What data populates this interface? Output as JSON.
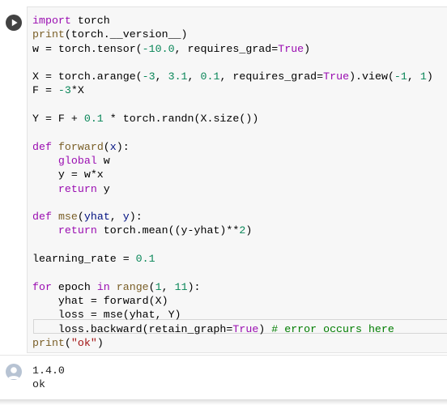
{
  "cell": {
    "run_button_icon": "play-icon",
    "code_lines": [
      [
        {
          "t": "import",
          "c": "kw"
        },
        {
          "t": " torch",
          "c": ""
        }
      ],
      [
        {
          "t": "print",
          "c": "fn"
        },
        {
          "t": "(torch.__version__)",
          "c": ""
        }
      ],
      [
        {
          "t": "w = torch.tensor(",
          "c": ""
        },
        {
          "t": "-10.0",
          "c": "num"
        },
        {
          "t": ", requires_grad=",
          "c": ""
        },
        {
          "t": "True",
          "c": "kw"
        },
        {
          "t": ")",
          "c": ""
        }
      ],
      [],
      [
        {
          "t": "X = torch.arange(",
          "c": ""
        },
        {
          "t": "-3",
          "c": "num"
        },
        {
          "t": ", ",
          "c": ""
        },
        {
          "t": "3.1",
          "c": "num"
        },
        {
          "t": ", ",
          "c": ""
        },
        {
          "t": "0.1",
          "c": "num"
        },
        {
          "t": ", requires_grad=",
          "c": ""
        },
        {
          "t": "True",
          "c": "kw"
        },
        {
          "t": ").view(",
          "c": ""
        },
        {
          "t": "-1",
          "c": "num"
        },
        {
          "t": ", ",
          "c": ""
        },
        {
          "t": "1",
          "c": "num"
        },
        {
          "t": ")",
          "c": ""
        }
      ],
      [
        {
          "t": "F = ",
          "c": ""
        },
        {
          "t": "-3",
          "c": "num"
        },
        {
          "t": "*X",
          "c": ""
        }
      ],
      [],
      [
        {
          "t": "Y = F + ",
          "c": ""
        },
        {
          "t": "0.1",
          "c": "num"
        },
        {
          "t": " * torch.randn(X.size())",
          "c": ""
        }
      ],
      [],
      [
        {
          "t": "def",
          "c": "kw"
        },
        {
          "t": " ",
          "c": ""
        },
        {
          "t": "forward",
          "c": "fn"
        },
        {
          "t": "(",
          "c": ""
        },
        {
          "t": "x",
          "c": "par"
        },
        {
          "t": "):",
          "c": ""
        }
      ],
      [
        {
          "t": "    ",
          "c": ""
        },
        {
          "t": "global",
          "c": "kw"
        },
        {
          "t": " w",
          "c": ""
        }
      ],
      [
        {
          "t": "    y = w*x",
          "c": ""
        }
      ],
      [
        {
          "t": "    ",
          "c": ""
        },
        {
          "t": "return",
          "c": "kw"
        },
        {
          "t": " y",
          "c": ""
        }
      ],
      [],
      [
        {
          "t": "def",
          "c": "kw"
        },
        {
          "t": " ",
          "c": ""
        },
        {
          "t": "mse",
          "c": "fn"
        },
        {
          "t": "(",
          "c": ""
        },
        {
          "t": "yhat",
          "c": "par"
        },
        {
          "t": ", ",
          "c": ""
        },
        {
          "t": "y",
          "c": "par"
        },
        {
          "t": "):",
          "c": ""
        }
      ],
      [
        {
          "t": "    ",
          "c": ""
        },
        {
          "t": "return",
          "c": "kw"
        },
        {
          "t": " torch.mean((y-yhat)**",
          "c": ""
        },
        {
          "t": "2",
          "c": "num"
        },
        {
          "t": ")",
          "c": ""
        }
      ],
      [],
      [
        {
          "t": "learning_rate = ",
          "c": ""
        },
        {
          "t": "0.1",
          "c": "num"
        }
      ],
      [],
      [
        {
          "t": "for",
          "c": "kw"
        },
        {
          "t": " epoch ",
          "c": ""
        },
        {
          "t": "in",
          "c": "kw"
        },
        {
          "t": " ",
          "c": ""
        },
        {
          "t": "range",
          "c": "fn"
        },
        {
          "t": "(",
          "c": ""
        },
        {
          "t": "1",
          "c": "num"
        },
        {
          "t": ", ",
          "c": ""
        },
        {
          "t": "11",
          "c": "num"
        },
        {
          "t": "):",
          "c": ""
        }
      ],
      [
        {
          "t": "    yhat = forward(X)",
          "c": ""
        }
      ],
      [
        {
          "t": "    loss = mse(yhat, Y)",
          "c": ""
        }
      ],
      [
        {
          "t": "    loss.backward(retain_graph=",
          "c": ""
        },
        {
          "t": "True",
          "c": "kw"
        },
        {
          "t": ") ",
          "c": ""
        },
        {
          "t": "# error occurs here",
          "c": "cm"
        }
      ],
      [
        {
          "t": "print",
          "c": "fn"
        },
        {
          "t": "(",
          "c": ""
        },
        {
          "t": "\"ok\"",
          "c": "str"
        },
        {
          "t": ")",
          "c": ""
        }
      ]
    ]
  },
  "output": {
    "icon": "output-avatar-icon",
    "lines": [
      "1.4.0",
      "ok"
    ]
  },
  "colors": {
    "keyword": "#9a0db1",
    "function": "#795e26",
    "number": "#098658",
    "string": "#a31515",
    "comment": "#007d00",
    "param": "#001080"
  }
}
